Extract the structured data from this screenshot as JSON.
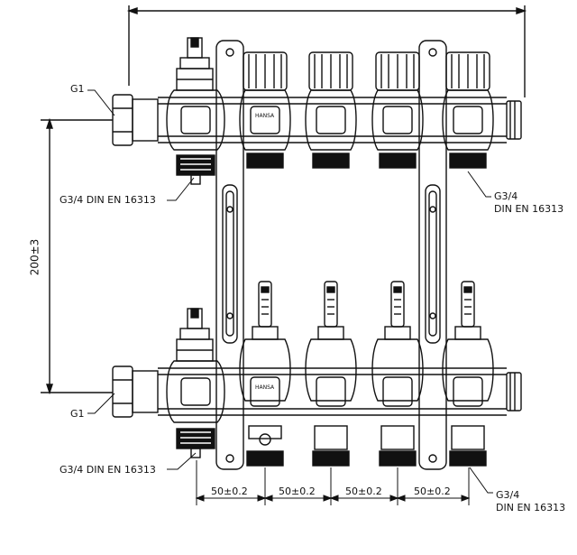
{
  "labels": {
    "g1_top": "G1",
    "g1_bottom": "G1",
    "g34_top_left": "G3/4 DIN EN 16313",
    "g34_top_right_line1": "G3/4",
    "g34_top_right_line2": "DIN EN 16313",
    "g34_bottom_left": "G3/4 DIN EN 16313",
    "g34_bottom_right_line1": "G3/4",
    "g34_bottom_right_line2": "DIN EN 16313"
  },
  "dimensions": {
    "vertical_spacing": "200±3",
    "outlet_spacing": [
      "50±0.2",
      "50±0.2",
      "50±0.2",
      "50±0.2"
    ]
  },
  "branding": {
    "logo_text": "HANSA"
  }
}
